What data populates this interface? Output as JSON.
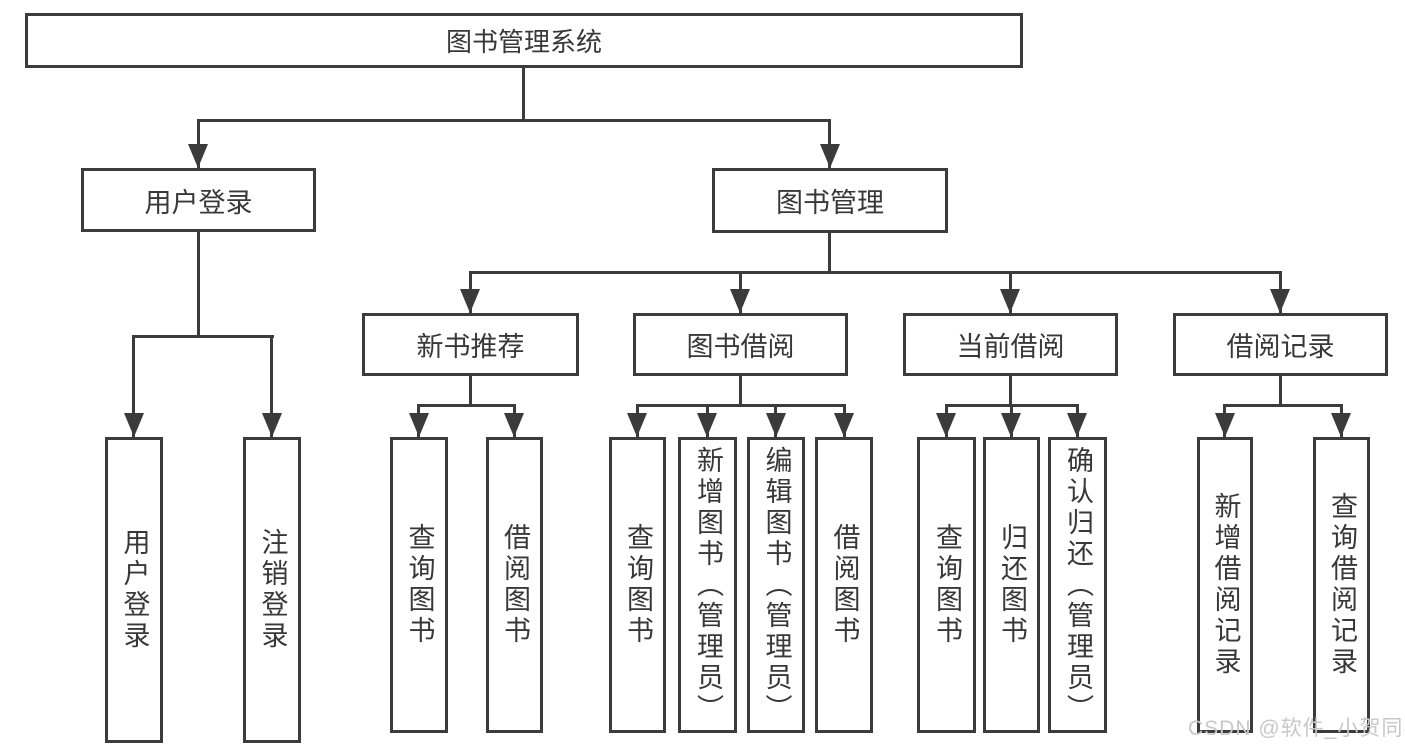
{
  "diagram": {
    "type": "hierarchy-tree",
    "title": "图书管理系统",
    "watermark": "CSDN @软件_小贺同学",
    "colors": {
      "line": "#3b3b3b",
      "box_border": "#3b3b3b",
      "text": "#383838",
      "background": "#ffffff",
      "watermark_text": "#c8c8c8"
    },
    "nodes": {
      "root": "图书管理系统",
      "user_login": "用户登录",
      "book_mgmt": "图书管理",
      "new_book_rec": "新书推荐",
      "book_borrow": "图书借阅",
      "current_borrow": "当前借阅",
      "borrow_records": "借阅记录",
      "leaf_user_login": "用户登录",
      "leaf_logout": "注销登录",
      "leaf_nb_query_books": "查询图书",
      "leaf_nb_borrow_books": "借阅图书",
      "leaf_bb_query_books": "查询图书",
      "leaf_bb_add_books": "新增图书（管理员）",
      "leaf_bb_edit_books": "编辑图书（管理员）",
      "leaf_bb_borrow_books": "借阅图书",
      "leaf_cb_query_books": "查询图书",
      "leaf_cb_return_books": "归还图书",
      "leaf_cb_confirm_return": "确认归还（管理员）",
      "leaf_br_add_record": "新增借阅记录",
      "leaf_br_query_record": "查询借阅记录"
    },
    "edges": [
      [
        "root",
        "user_login"
      ],
      [
        "root",
        "book_mgmt"
      ],
      [
        "user_login",
        "leaf_user_login"
      ],
      [
        "user_login",
        "leaf_logout"
      ],
      [
        "book_mgmt",
        "new_book_rec"
      ],
      [
        "book_mgmt",
        "book_borrow"
      ],
      [
        "book_mgmt",
        "current_borrow"
      ],
      [
        "book_mgmt",
        "borrow_records"
      ],
      [
        "new_book_rec",
        "leaf_nb_query_books"
      ],
      [
        "new_book_rec",
        "leaf_nb_borrow_books"
      ],
      [
        "book_borrow",
        "leaf_bb_query_books"
      ],
      [
        "book_borrow",
        "leaf_bb_add_books"
      ],
      [
        "book_borrow",
        "leaf_bb_edit_books"
      ],
      [
        "book_borrow",
        "leaf_bb_borrow_books"
      ],
      [
        "current_borrow",
        "leaf_cb_query_books"
      ],
      [
        "current_borrow",
        "leaf_cb_return_books"
      ],
      [
        "current_borrow",
        "leaf_cb_confirm_return"
      ],
      [
        "borrow_records",
        "leaf_br_add_record"
      ],
      [
        "borrow_records",
        "leaf_br_query_record"
      ]
    ]
  }
}
